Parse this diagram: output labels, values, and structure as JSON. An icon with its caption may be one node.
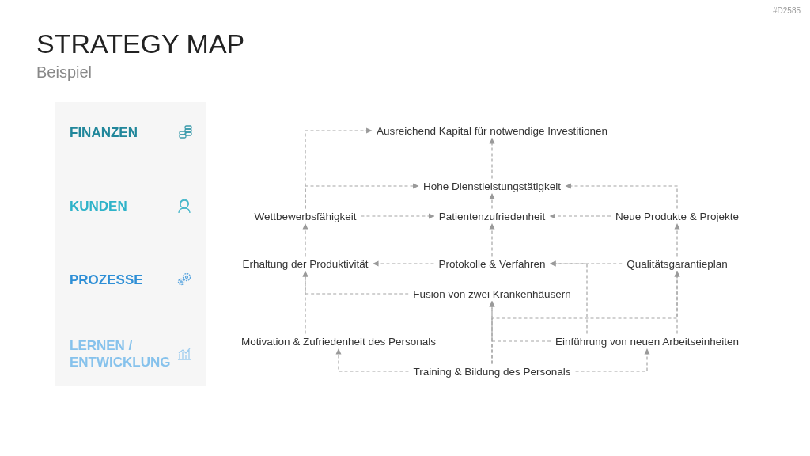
{
  "diagram": {
    "title": "STRATEGY MAP",
    "nodes": [
      {
        "text": [
          "Ausreichend Kapital für notwendige Investitionen"
        ]
      },
      {
        "text": [
          "Hohe Dienstleistungstätigkeit"
        ]
      },
      {
        "text": [
          "Wettbewerbsfähigkeit"
        ]
      },
      {
        "text": [
          "Patientenzufriedenheit"
        ]
      },
      {
        "text": [
          "Neue Produkte & Projekte"
        ]
      },
      {
        "text": [
          "Erhaltung der Produktivität"
        ]
      },
      {
        "text": [
          "Protokolle & Verfahren"
        ]
      },
      {
        "text": [
          "Qualitätsgarantieplan"
        ]
      },
      {
        "text": [
          "Fusion von zwei Krankenhäusern"
        ]
      },
      {
        "text": [
          "Motivation & Zufriedenheit des Personals"
        ]
      },
      {
        "text": [
          "Einführung von neuen Arbeitseinheiten"
        ]
      },
      {
        "text": [
          "Training & Bildung des Personals"
        ]
      }
    ],
    "edges": [
      {
        "from": 2,
        "to": 0,
        "arrow": "to"
      },
      {
        "from": 2,
        "to": 1,
        "arrow": "to"
      },
      {
        "from": 1,
        "to": 0,
        "arrow": "to"
      },
      {
        "from": 3,
        "to": 1,
        "arrow": "to"
      },
      {
        "from": 2,
        "to": 3,
        "arrow": "to"
      },
      {
        "from": 4,
        "to": 3,
        "arrow": "to"
      },
      {
        "from": 4,
        "to": 1,
        "arrow": "to"
      },
      {
        "from": 5,
        "to": 2,
        "arrow": "to"
      },
      {
        "from": 6,
        "to": 3,
        "arrow": "to"
      },
      {
        "from": 7,
        "to": 4,
        "arrow": "to"
      },
      {
        "from": 6,
        "to": 5,
        "arrow": "to"
      },
      {
        "from": 7,
        "to": 6,
        "arrow": "to"
      },
      {
        "from": 9,
        "to": 5,
        "arrow": "to"
      },
      {
        "from": 8,
        "to": 5,
        "arrow": "to"
      },
      {
        "from": 11,
        "to": 8,
        "arrow": "to"
      },
      {
        "from": 10,
        "to": 8,
        "arrow": "to"
      },
      {
        "from": 11,
        "to": 7,
        "arrow": "to"
      },
      {
        "from": 10,
        "to": 7,
        "arrow": "to"
      },
      {
        "from": 10,
        "to": 6,
        "arrow": "to"
      },
      {
        "from": 11,
        "to": 9,
        "arrow": "to"
      },
      {
        "from": 11,
        "to": 10,
        "arrow": "to"
      }
    ],
    "labels": [
      "#D2585",
      "Beispiel",
      "FINANZEN",
      "KUNDEN",
      "PROZESSE",
      "LERNEN / ENTWICKLUNG"
    ]
  }
}
